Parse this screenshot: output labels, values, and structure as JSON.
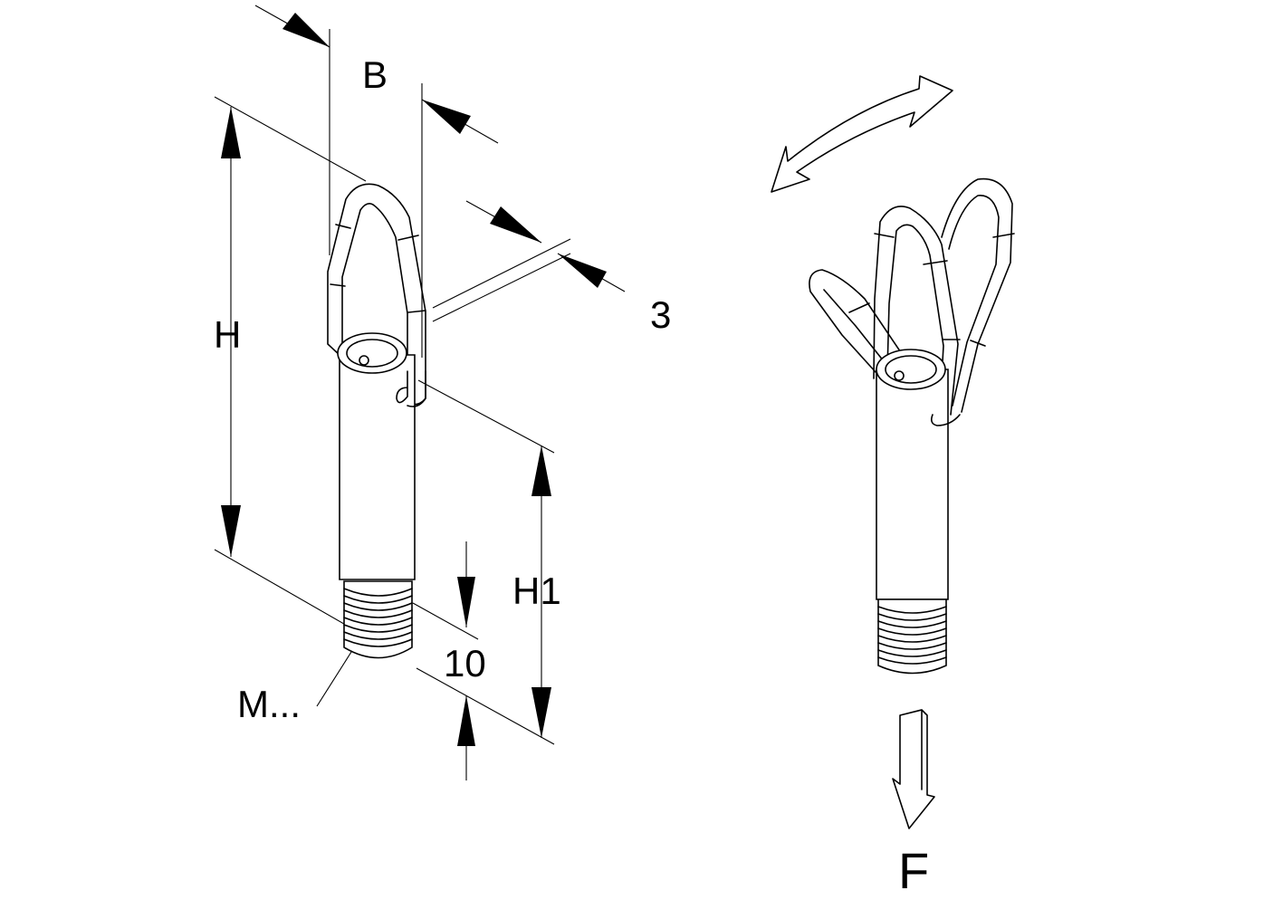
{
  "labels": {
    "width": "B",
    "height": "H",
    "wire": "3",
    "height_lower": "H1",
    "thread_length": "10",
    "thread": "M...",
    "force": "F"
  }
}
